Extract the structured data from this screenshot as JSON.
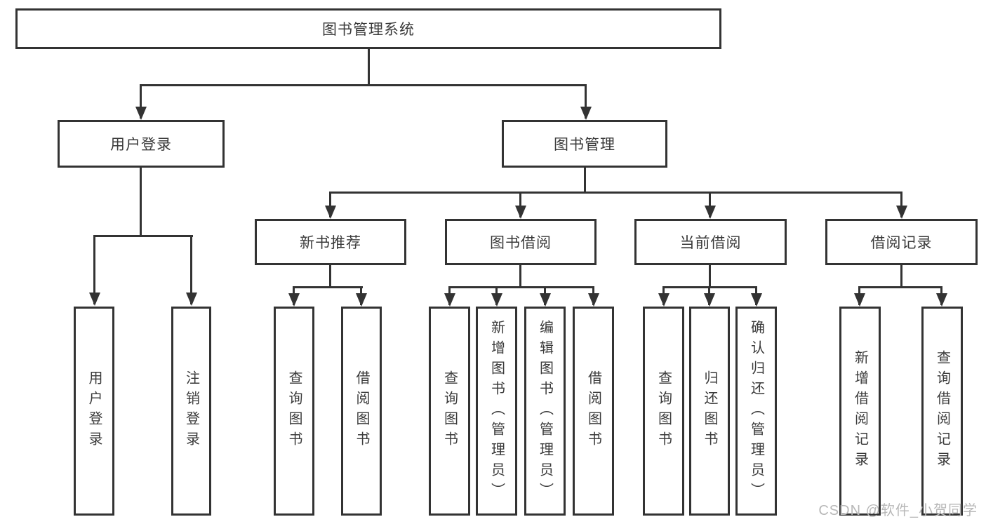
{
  "diagram": {
    "root": {
      "label": "图书管理系统"
    },
    "level2": {
      "user_login": {
        "label": "用户登录"
      },
      "book_mgmt": {
        "label": "图书管理"
      }
    },
    "level3": {
      "new_books": {
        "label": "新书推荐"
      },
      "book_borrow": {
        "label": "图书借阅"
      },
      "current_borrow": {
        "label": "当前借阅"
      },
      "borrow_records": {
        "label": "借阅记录"
      }
    },
    "leaves": {
      "user_login": [
        "用户登录",
        "注销登录"
      ],
      "new_books": [
        "查询图书",
        "借阅图书"
      ],
      "book_borrow": [
        "查询图书",
        "新增图书（管理员）",
        "编辑图书（管理员）",
        "借阅图书"
      ],
      "current_borrow": [
        "查询图书",
        "归还图书",
        "确认归还（管理员）"
      ],
      "borrow_records": [
        "新增借阅记录",
        "查询借阅记录"
      ]
    }
  },
  "watermark": {
    "text": "CSDN @软件_小贺同学"
  },
  "colors": {
    "line": "#333333",
    "text": "#3a3a3a",
    "watermark": "#b8b8b8",
    "background": "#ffffff"
  }
}
